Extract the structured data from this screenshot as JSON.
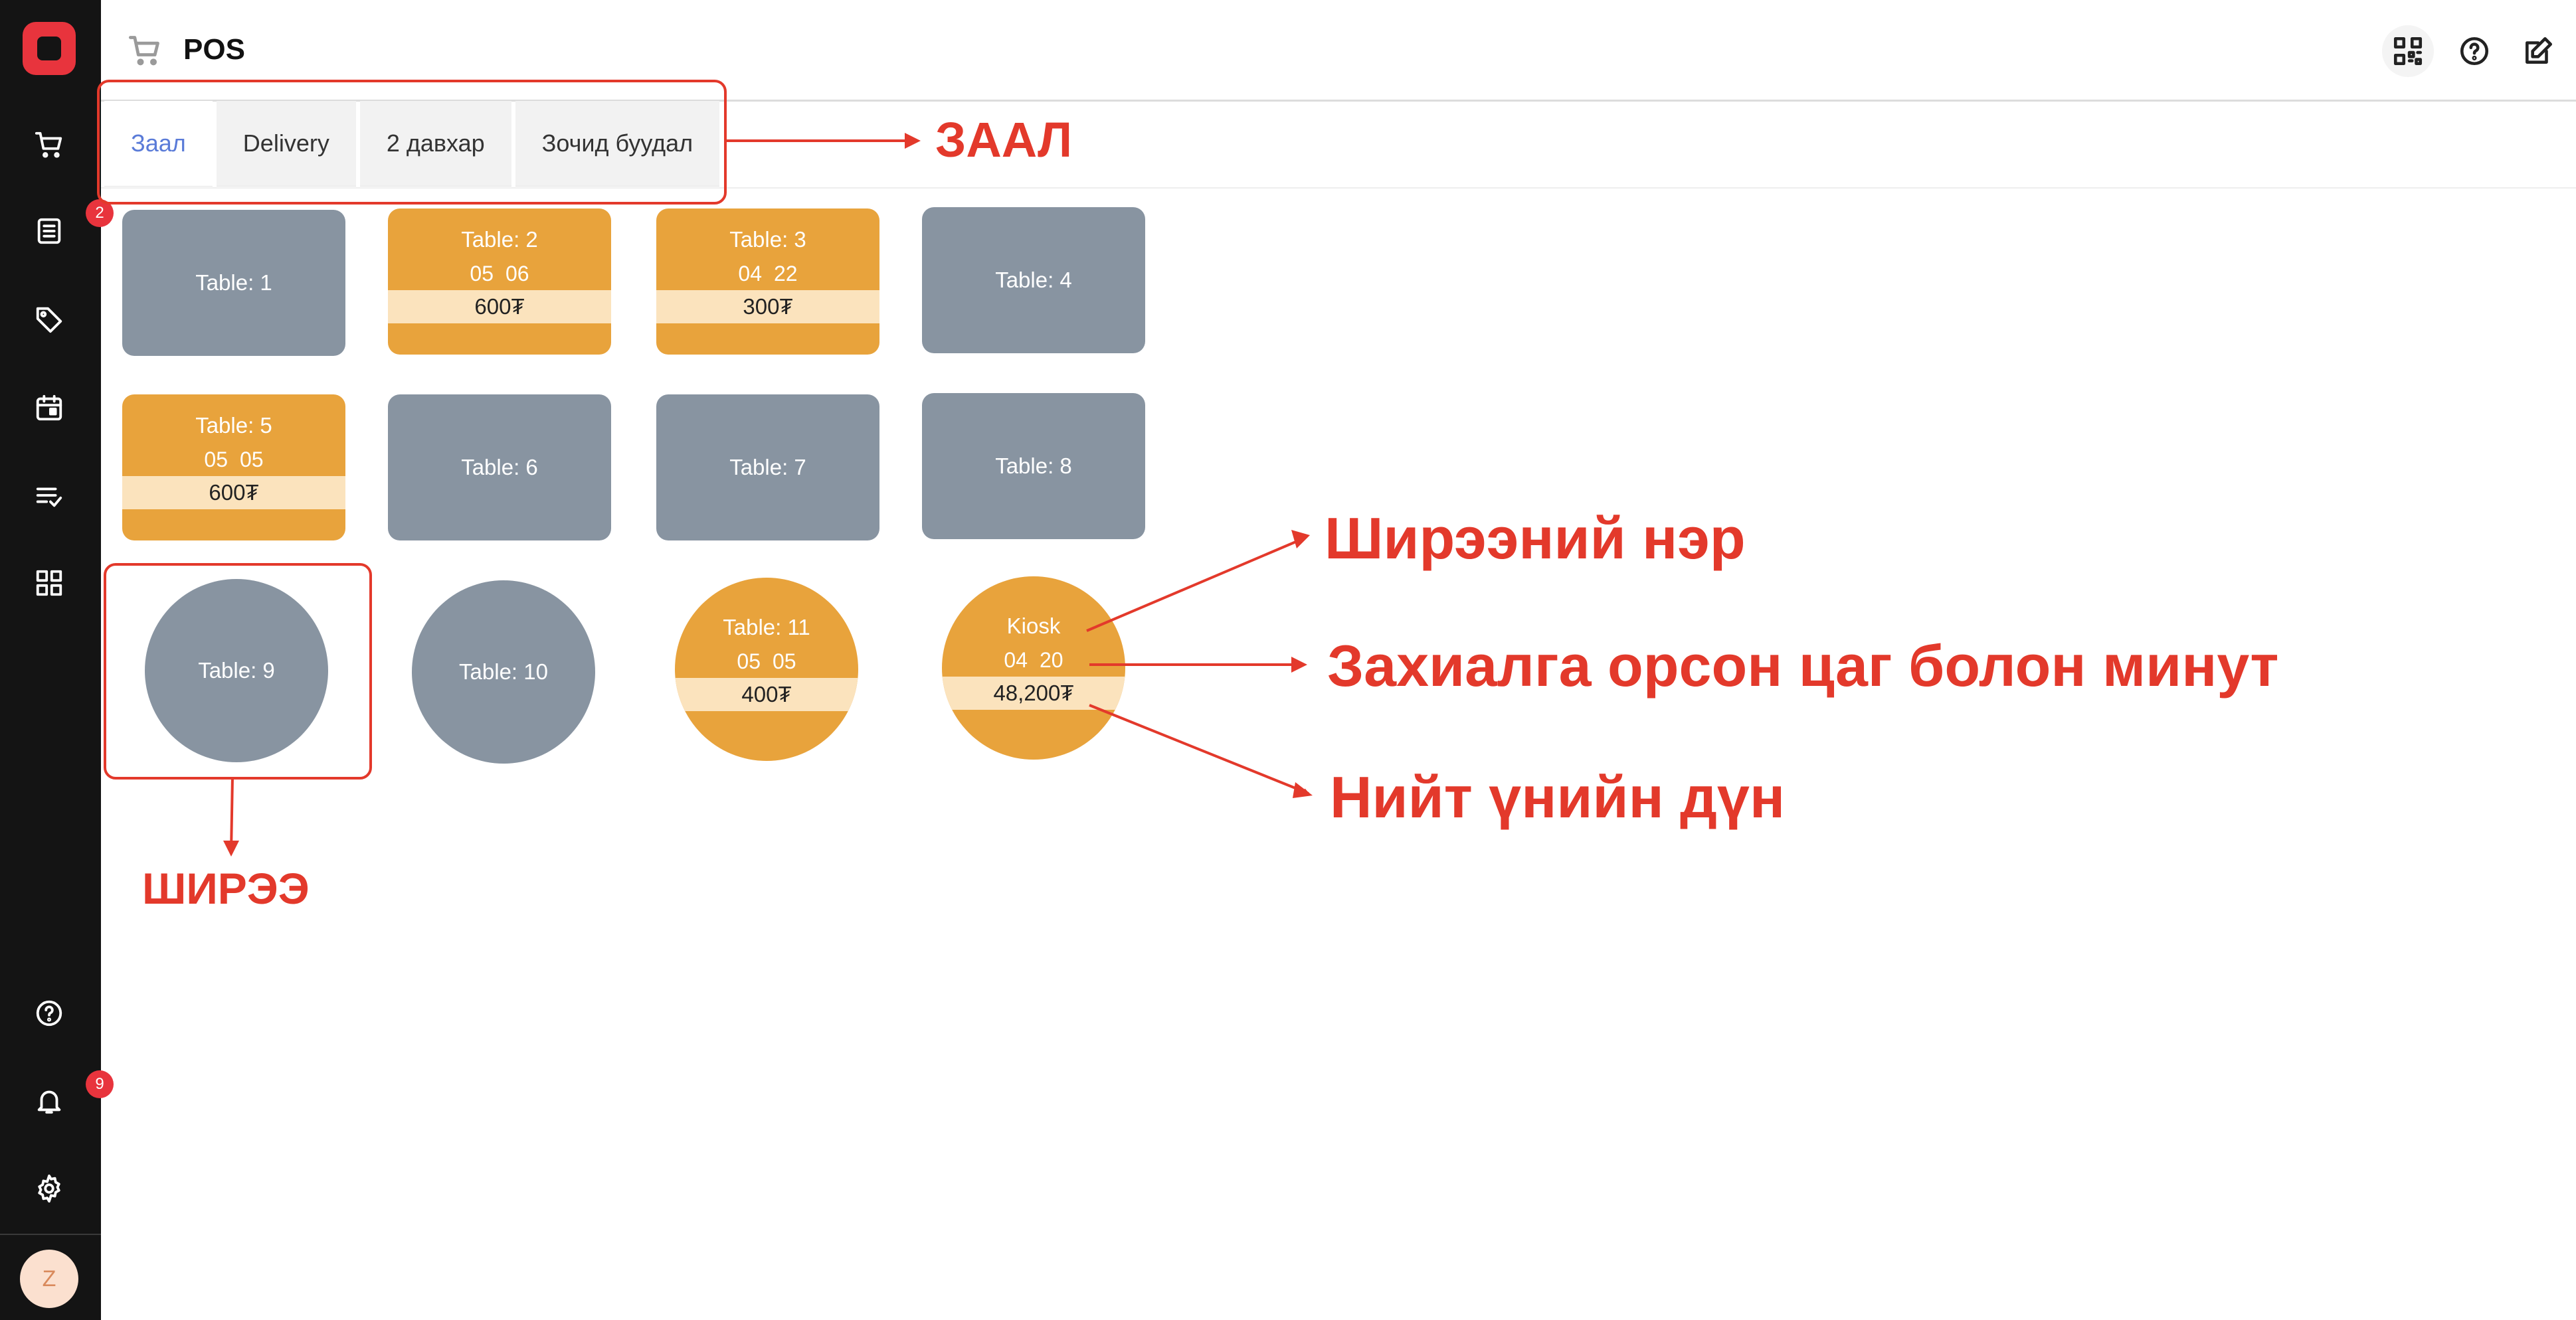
{
  "app": {
    "title": "POS",
    "user_initial": "Z"
  },
  "sidebar": {
    "badges": {
      "orders": "2",
      "notifications": "9"
    },
    "icons": [
      "cart-icon",
      "list-icon",
      "tag-icon",
      "calendar-icon",
      "checklist-icon",
      "grid-icon",
      "help-icon",
      "bell-icon",
      "gear-icon"
    ]
  },
  "tabs": [
    {
      "label": "Заал",
      "active": true
    },
    {
      "label": "Delivery",
      "active": false
    },
    {
      "label": "2 давхар",
      "active": false
    },
    {
      "label": "Зочид буудал",
      "active": false
    }
  ],
  "tables": [
    {
      "name": "Table: 1",
      "status": "free"
    },
    {
      "name": "Table: 2",
      "status": "busy",
      "hour": "05",
      "minute": "06",
      "amount": "600₮"
    },
    {
      "name": "Table: 3",
      "status": "busy",
      "hour": "04",
      "minute": "22",
      "amount": "300₮"
    },
    {
      "name": "Table: 4",
      "status": "free"
    },
    {
      "name": "Table: 5",
      "status": "busy",
      "hour": "05",
      "minute": "05",
      "amount": "600₮"
    },
    {
      "name": "Table: 6",
      "status": "free"
    },
    {
      "name": "Table: 7",
      "status": "free"
    },
    {
      "name": "Table: 8",
      "status": "free"
    },
    {
      "name": "Table: 9",
      "status": "free"
    },
    {
      "name": "Table: 10",
      "status": "free"
    },
    {
      "name": "Table: 11",
      "status": "busy",
      "hour": "05",
      "minute": "05",
      "amount": "400₮"
    },
    {
      "name": "Kiosk",
      "status": "busy",
      "hour": "04",
      "minute": "20",
      "amount": "48,200₮"
    }
  ],
  "annotations": {
    "hall": "ЗААЛ",
    "table": "ШИРЭЭ",
    "table_name": "Ширээний нэр",
    "order_time": "Захиалга орсон цаг болон минут",
    "total": "Нийт үнийн дүн"
  },
  "colors": {
    "free": "#8894a1",
    "busy": "#e8a33c",
    "amount_bg": "#fbe3bd",
    "annotation": "#e3392b",
    "active_tab": "#5a7bd8"
  }
}
